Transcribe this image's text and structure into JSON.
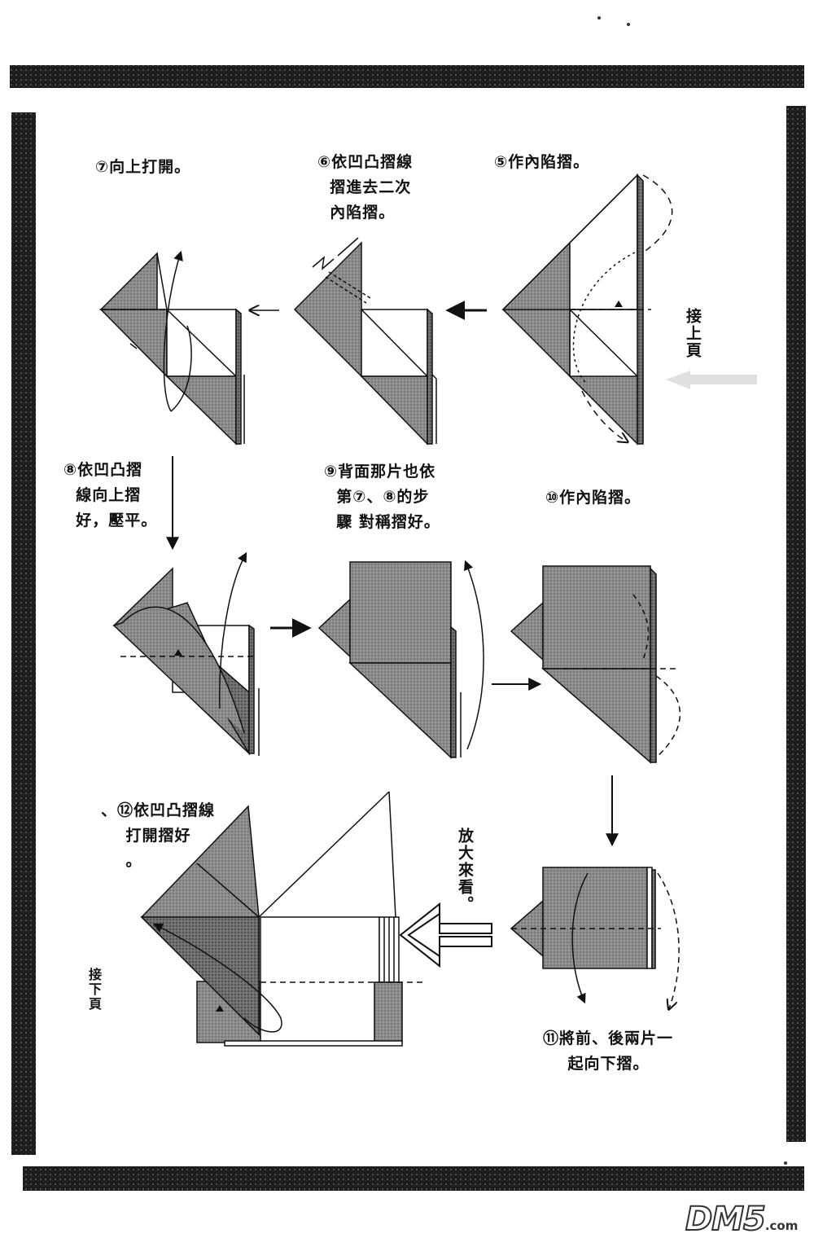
{
  "steps": {
    "s5": "⑤作內陷摺。",
    "s6": "⑥依凹凸摺線\n  摺進去二次\n  內陷摺。",
    "s7": "⑦向上打開。",
    "s8": "⑧依凹凸摺\n  線向上摺\n  好，壓平。",
    "s9": "⑨背面那片也依\n  第⑦、⑧的步\n  驟 對稱摺好。",
    "s10": "⑩作內陷摺。",
    "s11": "⑪將前、後兩片一\n    起向下摺。",
    "s12": "、⑫依凹凸摺線\n    打開摺好\n    。"
  },
  "notes": {
    "continue_prev": "接上頁",
    "continue_next": "接下頁",
    "zoom": "放大來看。"
  },
  "watermark": {
    "brand": "DM5",
    "suffix": ".com"
  },
  "colors": {
    "paper_gray": "#8a8a8a",
    "paper_dark": "#6f6f6f",
    "line": "#111111",
    "band": "#222222"
  }
}
